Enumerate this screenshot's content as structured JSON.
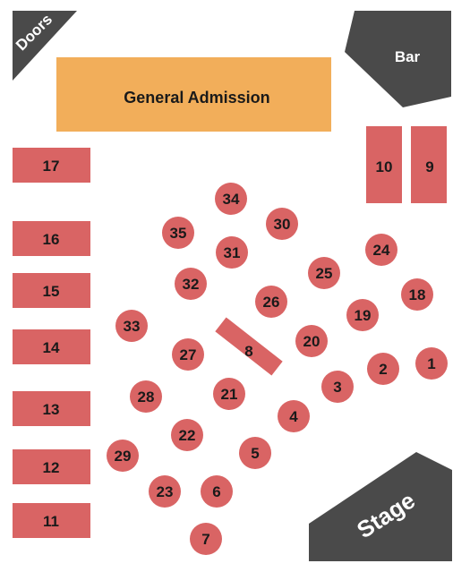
{
  "venue": {
    "doors": "Doors",
    "bar": "Bar",
    "stage": "Stage",
    "general_admission": "General Admission"
  },
  "rect_tables": {
    "t17": "17",
    "t16": "16",
    "t15": "15",
    "t14": "14",
    "t13": "13",
    "t12": "12",
    "t11": "11",
    "t10": "10",
    "t9": "9",
    "t8": "8"
  },
  "round_tables": {
    "t1": "1",
    "t2": "2",
    "t3": "3",
    "t4": "4",
    "t5": "5",
    "t6": "6",
    "t7": "7",
    "t18": "18",
    "t19": "19",
    "t20": "20",
    "t21": "21",
    "t22": "22",
    "t23": "23",
    "t24": "24",
    "t25": "25",
    "t26": "26",
    "t27": "27",
    "t28": "28",
    "t29": "29",
    "t30": "30",
    "t31": "31",
    "t32": "32",
    "t33": "33",
    "t34": "34",
    "t35": "35"
  },
  "colors": {
    "table": "#d96464",
    "general_admission": "#f2ae5a",
    "fixture": "#4a4a4a"
  }
}
